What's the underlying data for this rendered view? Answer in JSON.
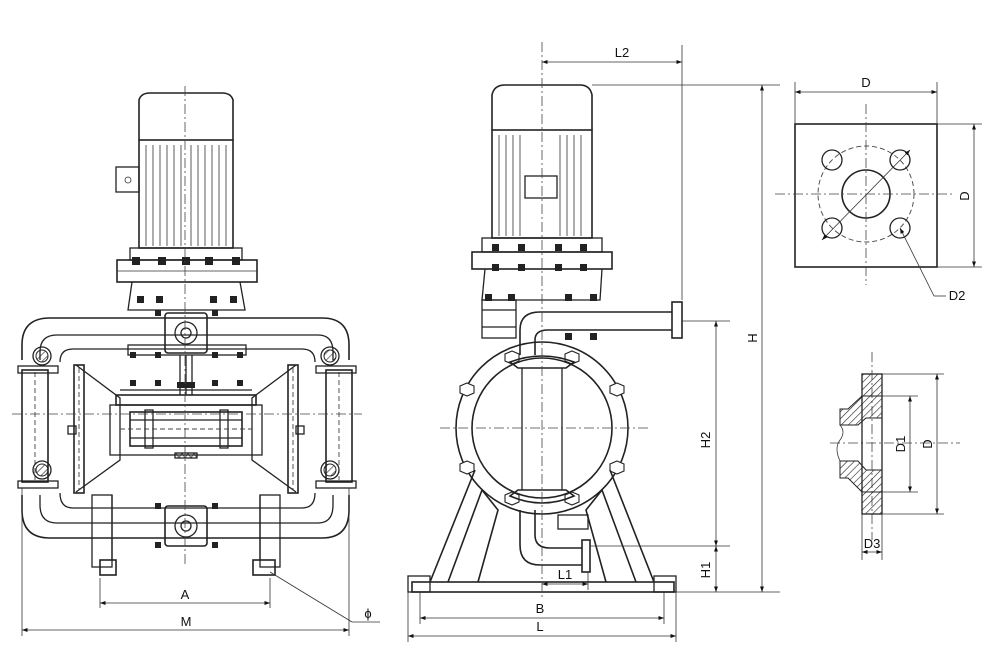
{
  "labels": {
    "A": "A",
    "M": "M",
    "phi": "ϕ",
    "L2": "L2",
    "H": "H",
    "H2": "H2",
    "H1": "H1",
    "L1": "L1",
    "B": "B",
    "L": "L",
    "D_top": "D",
    "D_side": "D",
    "D2": "D2",
    "D1": "D1",
    "D_flange": "D",
    "D3": "D3"
  }
}
